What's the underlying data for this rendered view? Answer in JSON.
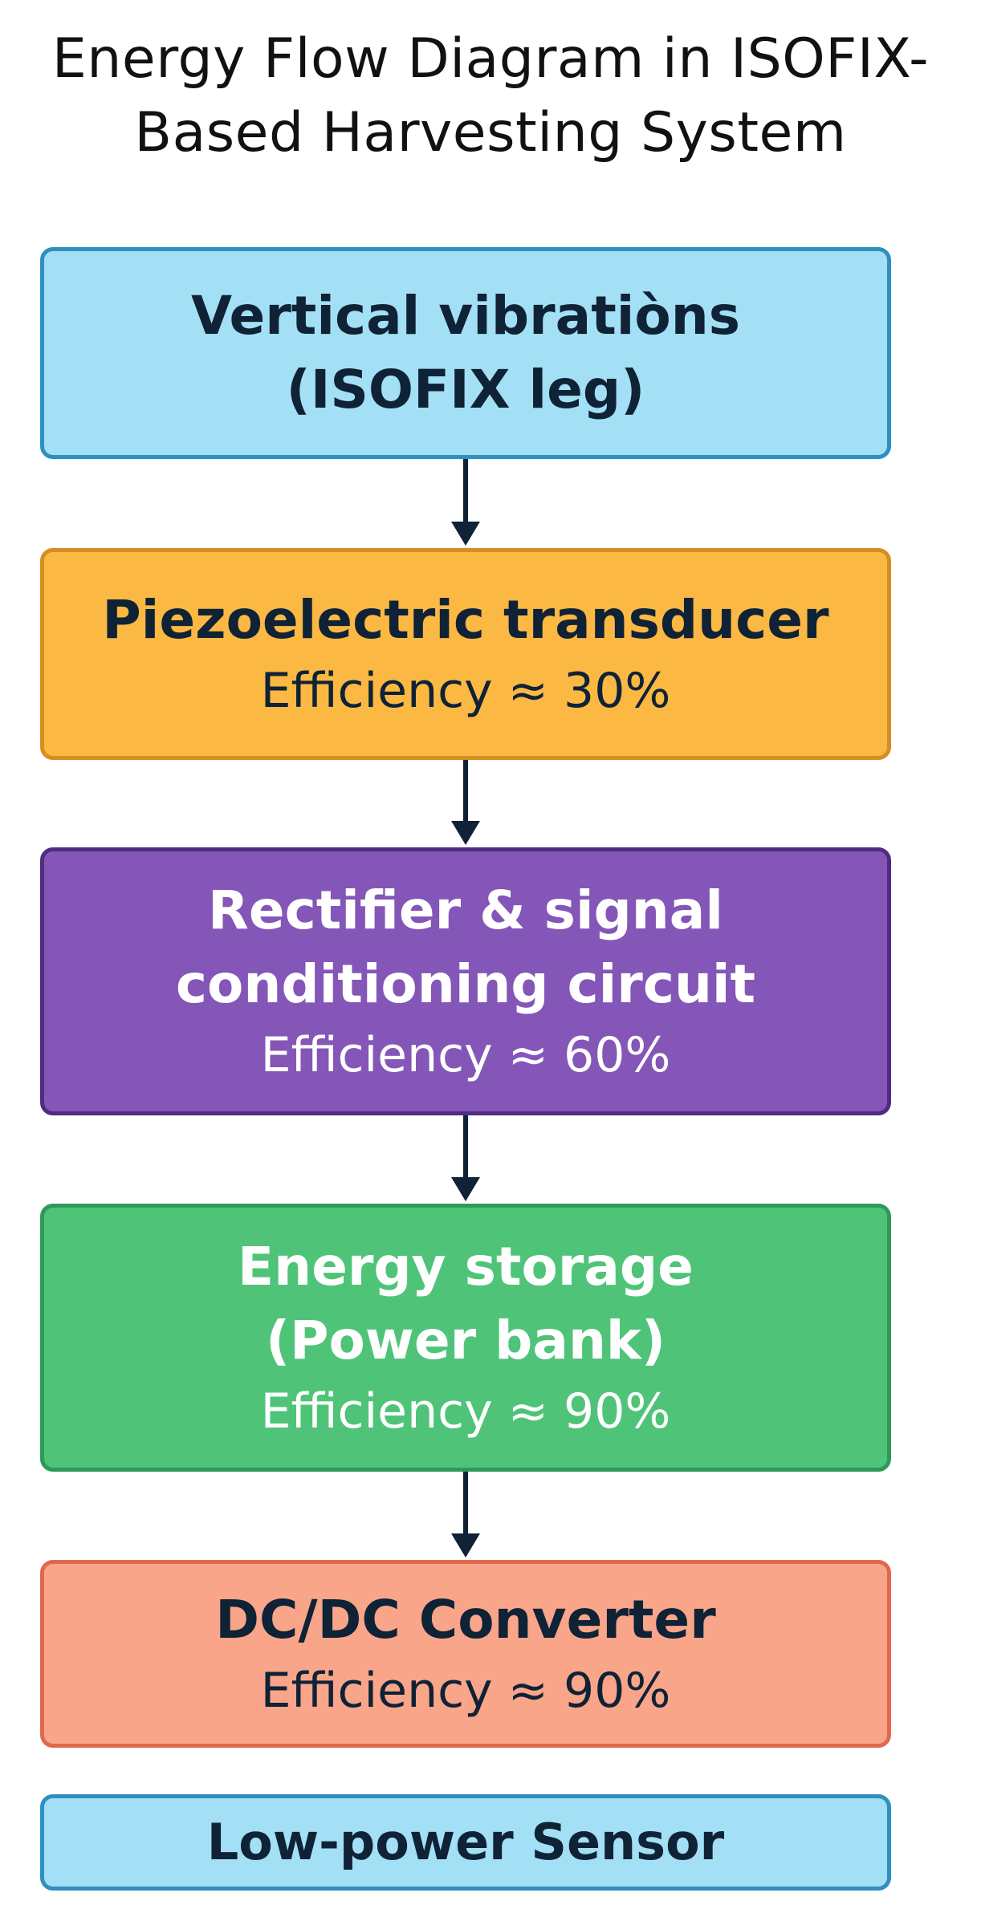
{
  "title": {
    "line1": "Energy Flow Diagram in ISOFIX-",
    "line2": "Based Harvesting System"
  },
  "stages": [
    {
      "line1": "Vertical vibratiòns",
      "line2": "(ISOFIX leg)"
    },
    {
      "line1": "Piezoelectric transducer",
      "efficiency": "Efficiency ≈ 30%"
    },
    {
      "line1": "Rectifier & signal",
      "line2": "conditioning circuit",
      "efficiency": "Efficiency ≈ 60%"
    },
    {
      "line1": "Energy storage",
      "line2": "(Power bank)",
      "efficiency": "Efficiency ≈ 90%"
    },
    {
      "line1": "DC/DC Converter",
      "efficiency": "Efficiency ≈ 90%"
    },
    {
      "line1": "Low-power Sensor"
    }
  ],
  "colors": {
    "stage1": "#a3dff5",
    "stage2": "#fbb843",
    "stage3": "#8456b8",
    "stage4": "#4fc478",
    "stage5": "#f9a589",
    "stage6": "#a3dff5",
    "arrow": "#0f2236"
  }
}
